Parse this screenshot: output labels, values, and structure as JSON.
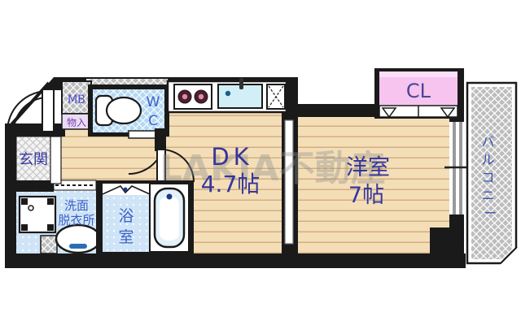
{
  "watermark": "LAKIA不動産",
  "labels": {
    "entrance": "玄関",
    "washroom_l1": "洗面",
    "washroom_l2": "脱衣所",
    "bath_l1": "浴",
    "bath_l2": "室",
    "wc_l1": "W",
    "wc_l2": "C",
    "meter_box": "MB",
    "storage": "物入",
    "dk": "DK",
    "dk_size": "4.7帖",
    "western": "洋室",
    "western_size": "7帖",
    "closet": "CL",
    "balcony_chars": [
      "バ",
      "ル",
      "コ",
      "ニ",
      "ー"
    ]
  },
  "colors": {
    "wall": "#1a1a1a",
    "wood_floor": "#f3deb8",
    "wood_line": "#d0ac7e",
    "wc_floor": "#b4d8f3",
    "bath_floor": "#cfe4f6",
    "balcony_hatch": "#bdbdbd",
    "closet_pink": "#f6c4ee",
    "storage_lavender": "#eadcf5",
    "label_ink": "#35359d",
    "wet_label_ink": "#3b62c9",
    "tub_water": "#e2f2f8",
    "sink_water": "#d2eff7",
    "burner_red": "#551a2c",
    "watermark_gray": "#8f8f8f"
  }
}
